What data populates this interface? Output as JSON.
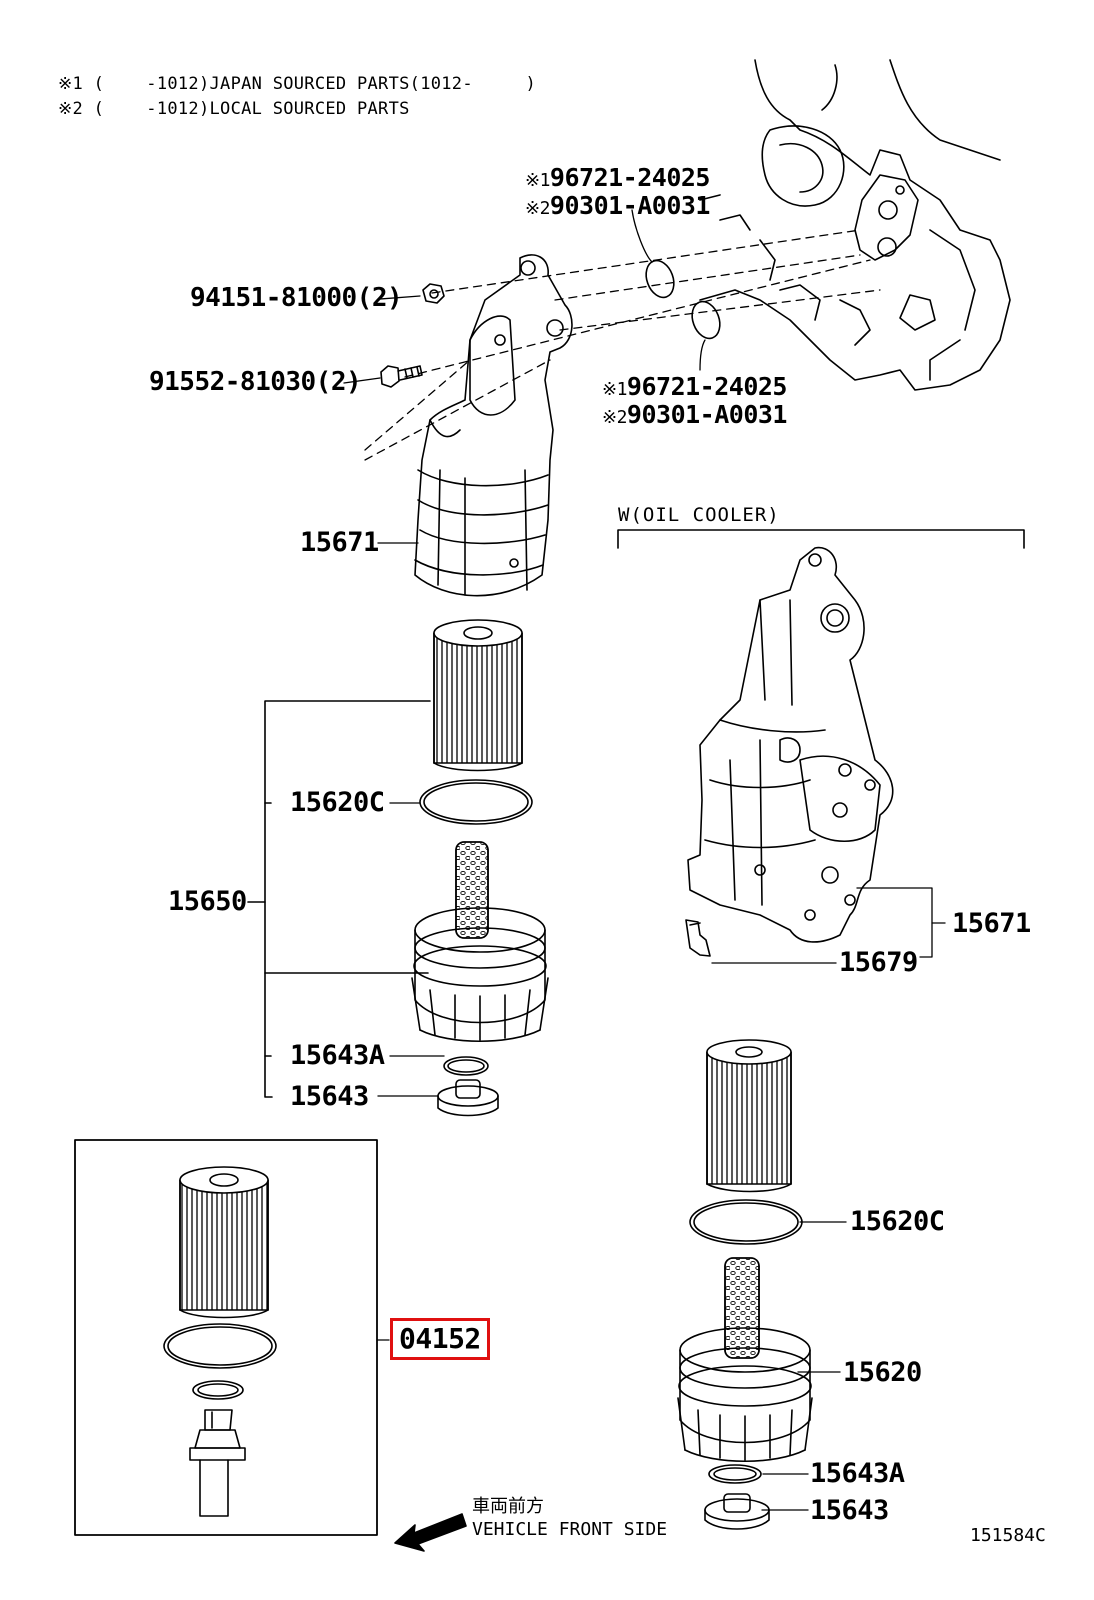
{
  "notes": {
    "line1": "※1 (    -1012)JAPAN SOURCED PARTS(1012-     )",
    "line2": "※2 (    -1012)LOCAL SOURCED PARTS"
  },
  "parts": {
    "oring_upper": {
      "mark1": "※1",
      "pn1": "96721-24025",
      "mark2": "※2",
      "pn2": "90301-A0031"
    },
    "oring_lower": {
      "mark1": "※1",
      "pn1": "96721-24025",
      "mark2": "※2",
      "pn2": "90301-A0031"
    },
    "nut": "94151-81000(2)",
    "bolt": "91552-81030(2)",
    "bracket_left": "15671",
    "filter_assy": "15650",
    "gasket_left": "15620C",
    "oring_small_left": "15643A",
    "plug_left": "15643",
    "bracket_right": "15671",
    "sensor_right": "15679",
    "gasket_right": "15620C",
    "cap_right": "15620",
    "oring_small_right": "15643A",
    "plug_right": "15643"
  },
  "group_title": "W(OIL COOLER)",
  "highlighted_part": "04152",
  "front_direction": {
    "japanese": "車両前方",
    "english": "VEHICLE FRONT SIDE"
  },
  "illustration_id": "151584C",
  "colors": {
    "highlight": "#e01010",
    "line": "#000000"
  }
}
